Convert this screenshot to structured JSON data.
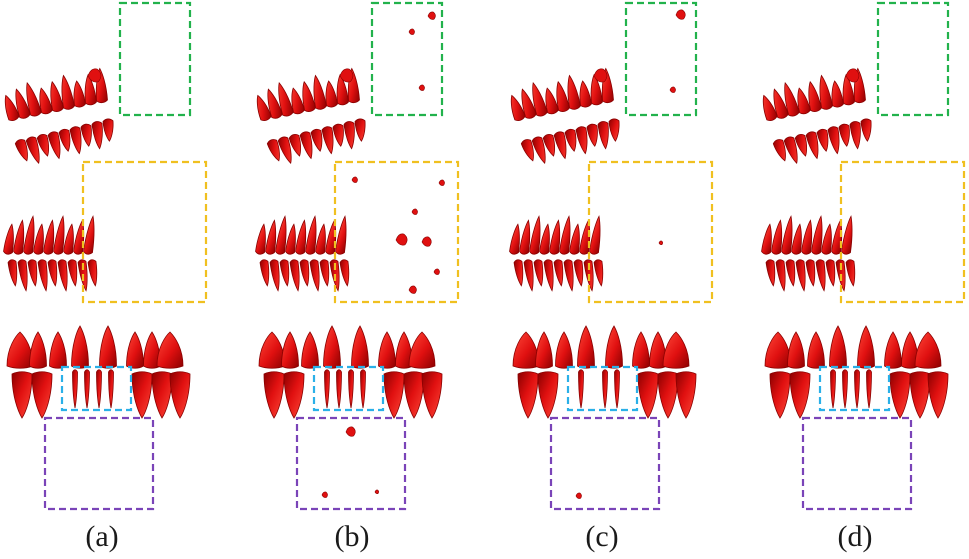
{
  "figure": {
    "panels": [
      {
        "id": "a",
        "label": "(a)",
        "stray_fragments": "none"
      },
      {
        "id": "b",
        "label": "(b)",
        "stray_fragments": "many"
      },
      {
        "id": "c",
        "label": "(c)",
        "stray_fragments": "few"
      },
      {
        "id": "d",
        "label": "(d)",
        "stray_fragments": "none"
      }
    ],
    "colors": {
      "teeth": "#e01010",
      "teeth_dark": "#8a0000",
      "teeth_light": "#ff4a3a",
      "box_green": "#22b24c",
      "box_yellow": "#f0c020",
      "box_cyan": "#2ab0e8",
      "box_purple": "#7a44b8"
    }
  }
}
